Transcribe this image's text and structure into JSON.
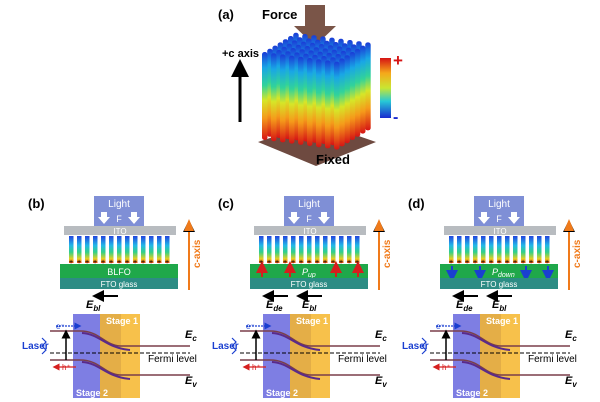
{
  "panel_a": {
    "label": "(a)",
    "force": "Force",
    "axis": "+c axis",
    "fixed": "Fixed",
    "plus": "+",
    "minus": "-"
  },
  "panels": [
    {
      "label": "(b)",
      "light": "Light",
      "f": "F",
      "ito": "ITO",
      "middle_layer": "BLFO",
      "substrate": "FTO glass",
      "c_axis": "c-axis",
      "ebi_main": "E",
      "ebi_sub": "bl",
      "ede_main": "",
      "ede_sub": "",
      "band": {
        "electron": "e⁻",
        "hole": "h⁺",
        "laser": "Laser",
        "stage1": "Stage 1",
        "stage2": "Stage 2",
        "ec_main": "E",
        "ec_sub": "c",
        "ev_main": "E",
        "ev_sub": "v",
        "fermi": "Fermi level"
      }
    },
    {
      "label": "(c)",
      "light": "Light",
      "f": "F",
      "ito": "ITO",
      "middle_layer": "",
      "pol_main": "P",
      "pol_sub": "up",
      "substrate": "FTO glass",
      "c_axis": "c-axis",
      "ebi_main": "E",
      "ebi_sub": "bl",
      "ede_main": "E",
      "ede_sub": "de",
      "band": {
        "electron": "e⁻",
        "hole": "h⁺",
        "laser": "Laser",
        "stage1": "Stage 1",
        "stage2": "Stage 2",
        "ec_main": "E",
        "ec_sub": "c",
        "ev_main": "E",
        "ev_sub": "v",
        "fermi": "Fermi level"
      }
    },
    {
      "label": "(d)",
      "light": "Light",
      "f": "F",
      "ito": "ITO",
      "middle_layer": "",
      "pol_main": "P",
      "pol_sub": "down",
      "substrate": "FTO glass",
      "c_axis": "c-axis",
      "ebi_main": "E",
      "ebi_sub": "bl",
      "ede_main": "E",
      "ede_sub": "de",
      "band": {
        "electron": "e⁻",
        "hole": "h⁺",
        "laser": "Laser",
        "stage1": "Stage 1",
        "stage2": "Stage 2",
        "ec_main": "E",
        "ec_sub": "c",
        "ev_main": "E",
        "ev_sub": "v",
        "fermi": "Fermi level"
      }
    }
  ],
  "colors": {
    "force_arrow": "#7a5548",
    "base_brown": "#6e4a40",
    "ito_gray": "#b8bcc0",
    "light_blue": "#7f8fd6",
    "green": "#1fa84a",
    "teal": "#2c8c84",
    "orange": "#f07a1a",
    "band_line": "#7a3f4a",
    "band_purple": "#5a2a8a",
    "stage1": "#f6b62c",
    "stage2": "#7070e0",
    "red_arrow": "#d61e1e",
    "blue_arrow": "#1a3fd0"
  }
}
